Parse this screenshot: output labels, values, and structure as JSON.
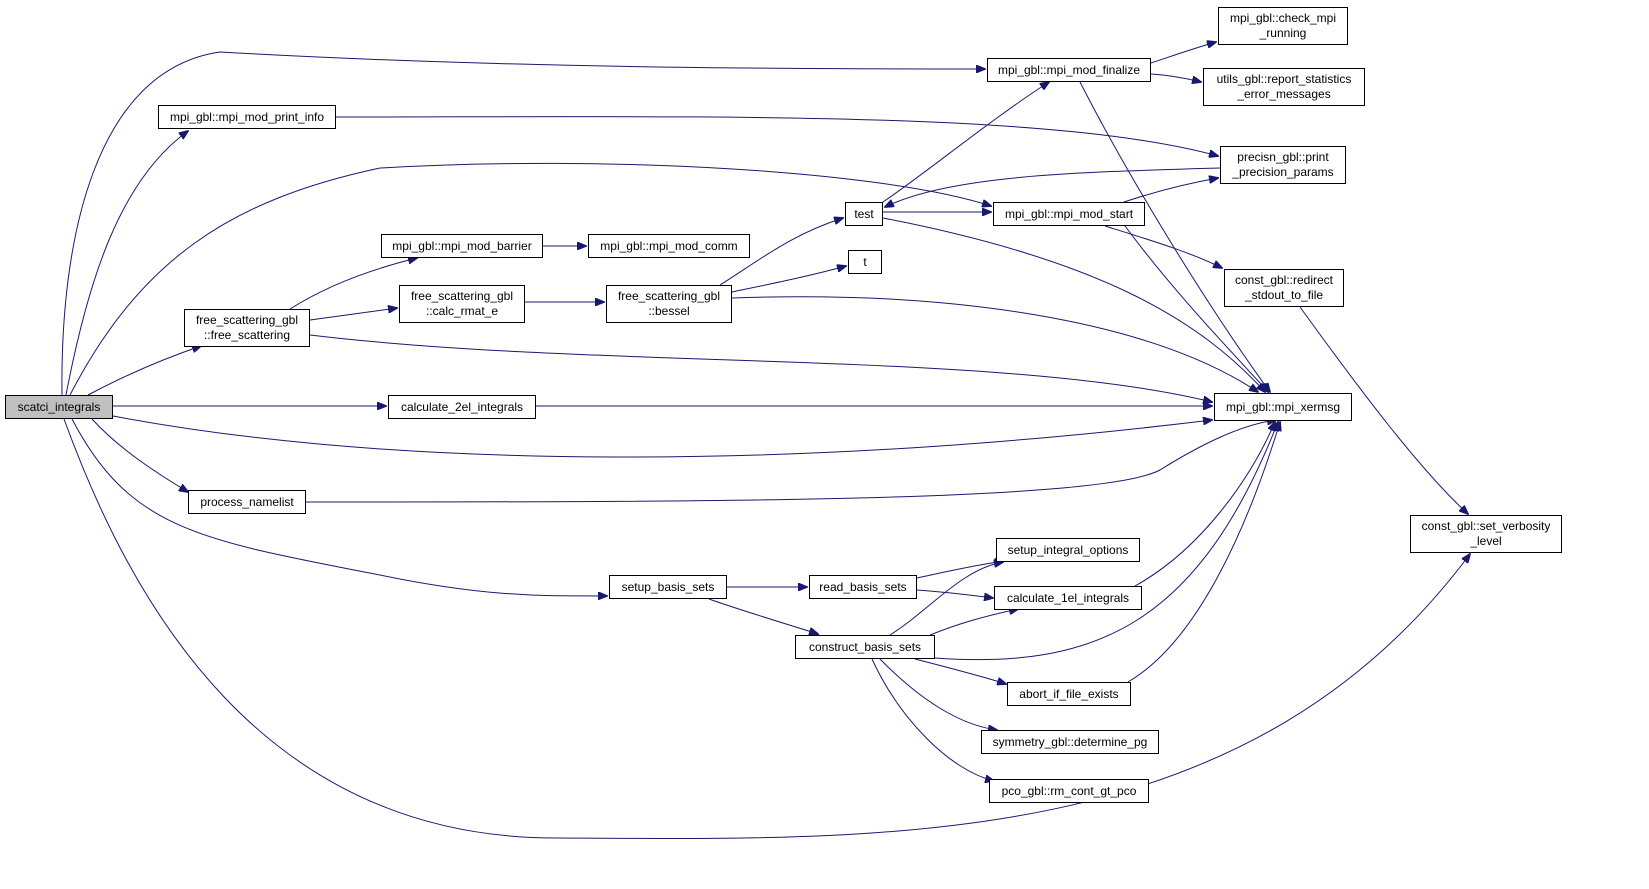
{
  "graph": {
    "root": "scatci_integrals",
    "nodes": [
      {
        "id": "scatci_integrals",
        "lines": [
          "scatci_integrals"
        ],
        "root": true
      },
      {
        "id": "mod_print_info",
        "lines": [
          "mpi_gbl::mpi_mod_print_info"
        ]
      },
      {
        "id": "free_scattering",
        "lines": [
          "free_scattering_gbl",
          "::free_scattering"
        ]
      },
      {
        "id": "calc_2el",
        "lines": [
          "calculate_2el_integrals"
        ]
      },
      {
        "id": "process_namelist",
        "lines": [
          "process_namelist"
        ]
      },
      {
        "id": "setup_basis_sets",
        "lines": [
          "setup_basis_sets"
        ]
      },
      {
        "id": "mod_barrier",
        "lines": [
          "mpi_gbl::mpi_mod_barrier"
        ]
      },
      {
        "id": "calc_rmat_e",
        "lines": [
          "free_scattering_gbl",
          "::calc_rmat_e"
        ]
      },
      {
        "id": "mod_comm",
        "lines": [
          "mpi_gbl::mpi_mod_comm"
        ]
      },
      {
        "id": "bessel",
        "lines": [
          "free_scattering_gbl",
          "::bessel"
        ]
      },
      {
        "id": "test",
        "lines": [
          "test"
        ]
      },
      {
        "id": "t",
        "lines": [
          "t"
        ]
      },
      {
        "id": "read_basis_sets",
        "lines": [
          "read_basis_sets"
        ]
      },
      {
        "id": "construct_basis_sets",
        "lines": [
          "construct_basis_sets"
        ]
      },
      {
        "id": "mod_finalize",
        "lines": [
          "mpi_gbl::mpi_mod_finalize"
        ]
      },
      {
        "id": "mod_start",
        "lines": [
          "mpi_gbl::mpi_mod_start"
        ]
      },
      {
        "id": "setup_integral_options",
        "lines": [
          "setup_integral_options"
        ]
      },
      {
        "id": "calc_1el",
        "lines": [
          "calculate_1el_integrals"
        ]
      },
      {
        "id": "abort_if_file_exists",
        "lines": [
          "abort_if_file_exists"
        ]
      },
      {
        "id": "determine_pg",
        "lines": [
          "symmetry_gbl::determine_pg"
        ]
      },
      {
        "id": "rm_cont",
        "lines": [
          "pco_gbl::rm_cont_gt_pco"
        ]
      },
      {
        "id": "check_mpi",
        "lines": [
          "mpi_gbl::check_mpi",
          "_running"
        ]
      },
      {
        "id": "report_stats",
        "lines": [
          "utils_gbl::report_statistics",
          "_error_messages"
        ]
      },
      {
        "id": "print_precision",
        "lines": [
          "precisn_gbl::print",
          "_precision_params"
        ]
      },
      {
        "id": "redirect_stdout",
        "lines": [
          "const_gbl::redirect",
          "_stdout_to_file"
        ]
      },
      {
        "id": "xermsg",
        "lines": [
          "mpi_gbl::mpi_xermsg"
        ]
      },
      {
        "id": "set_verbosity",
        "lines": [
          "const_gbl::set_verbosity",
          "_level"
        ]
      }
    ],
    "edges": [
      {
        "from": "scatci_integrals",
        "to": "mod_finalize"
      },
      {
        "from": "scatci_integrals",
        "to": "mod_print_info"
      },
      {
        "from": "scatci_integrals",
        "to": "mod_start"
      },
      {
        "from": "scatci_integrals",
        "to": "free_scattering"
      },
      {
        "from": "scatci_integrals",
        "to": "calc_2el"
      },
      {
        "from": "scatci_integrals",
        "to": "xermsg"
      },
      {
        "from": "scatci_integrals",
        "to": "process_namelist"
      },
      {
        "from": "scatci_integrals",
        "to": "setup_basis_sets"
      },
      {
        "from": "scatci_integrals",
        "to": "set_verbosity"
      },
      {
        "from": "mod_print_info",
        "to": "print_precision"
      },
      {
        "from": "free_scattering",
        "to": "mod_barrier"
      },
      {
        "from": "free_scattering",
        "to": "calc_rmat_e"
      },
      {
        "from": "free_scattering",
        "to": "xermsg"
      },
      {
        "from": "mod_barrier",
        "to": "mod_comm"
      },
      {
        "from": "calc_rmat_e",
        "to": "bessel"
      },
      {
        "from": "bessel",
        "to": "test"
      },
      {
        "from": "bessel",
        "to": "t"
      },
      {
        "from": "bessel",
        "to": "xermsg"
      },
      {
        "from": "test",
        "to": "mod_finalize"
      },
      {
        "from": "test",
        "to": "mod_start"
      },
      {
        "from": "test",
        "to": "xermsg"
      },
      {
        "from": "mod_finalize",
        "to": "check_mpi"
      },
      {
        "from": "mod_finalize",
        "to": "report_stats"
      },
      {
        "from": "mod_finalize",
        "to": "xermsg"
      },
      {
        "from": "mod_start",
        "to": "print_precision"
      },
      {
        "from": "mod_start",
        "to": "redirect_stdout"
      },
      {
        "from": "mod_start",
        "to": "xermsg"
      },
      {
        "from": "print_precision",
        "to": "test"
      },
      {
        "from": "redirect_stdout",
        "to": "set_verbosity"
      },
      {
        "from": "calc_2el",
        "to": "xermsg"
      },
      {
        "from": "process_namelist",
        "to": "xermsg"
      },
      {
        "from": "setup_basis_sets",
        "to": "read_basis_sets"
      },
      {
        "from": "setup_basis_sets",
        "to": "construct_basis_sets"
      },
      {
        "from": "read_basis_sets",
        "to": "setup_integral_options"
      },
      {
        "from": "read_basis_sets",
        "to": "calc_1el"
      },
      {
        "from": "construct_basis_sets",
        "to": "setup_integral_options"
      },
      {
        "from": "construct_basis_sets",
        "to": "calc_1el"
      },
      {
        "from": "construct_basis_sets",
        "to": "abort_if_file_exists"
      },
      {
        "from": "construct_basis_sets",
        "to": "determine_pg"
      },
      {
        "from": "construct_basis_sets",
        "to": "rm_cont"
      },
      {
        "from": "construct_basis_sets",
        "to": "xermsg"
      },
      {
        "from": "calc_1el",
        "to": "xermsg"
      },
      {
        "from": "abort_if_file_exists",
        "to": "xermsg"
      }
    ]
  },
  "colors": {
    "edge": "#191970",
    "root_fill": "#bfbfbf",
    "node_fill": "#ffffff",
    "node_border": "#000000"
  }
}
